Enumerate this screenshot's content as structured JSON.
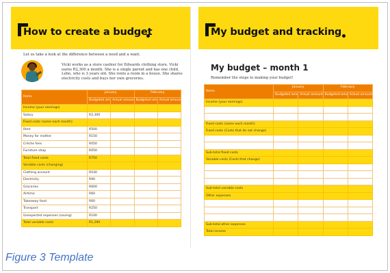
{
  "left_page": {
    "title": "How to create a budget",
    "intro": "Let us take a look at the difference between a need and a want.",
    "story": "Vicki works as a store cashier for Edwards clothing store. Vicki earns R2,300 a month. She is a single parent and has one child, Lebo, who is 3 years old. She rents a room in a house. She shares electricity costs and buys her own groceries.",
    "table": {
      "items_header": "Items",
      "months": [
        "January",
        "February"
      ],
      "sub_headers": [
        "Budgeted amount",
        "Actual amount",
        "Budgeted amount",
        "Actual amount"
      ],
      "rows": [
        {
          "label": "Income (your earnings)",
          "type": "section",
          "value": ""
        },
        {
          "label": "Salary",
          "type": "plain",
          "value": "R2,300"
        },
        {
          "label": "Fixed costs (same each month)",
          "type": "section",
          "value": ""
        },
        {
          "label": "Rent",
          "type": "plain",
          "value": "R500"
        },
        {
          "label": "Money for mother",
          "type": "plain",
          "value": "R150"
        },
        {
          "label": "Crèche fees",
          "type": "plain",
          "value": "R050"
        },
        {
          "label": "Furniture shop",
          "type": "plain",
          "value": "R050"
        },
        {
          "label": "Total fixed costs",
          "type": "section",
          "value": "R750"
        },
        {
          "label": "Variable costs (changing)",
          "type": "section",
          "value": ""
        },
        {
          "label": "Clothing account",
          "type": "plain",
          "value": "R030"
        },
        {
          "label": "Electricity",
          "type": "plain",
          "value": "R90"
        },
        {
          "label": "Groceries",
          "type": "plain",
          "value": "R600"
        },
        {
          "label": "Airtime",
          "type": "plain",
          "value": "R60"
        },
        {
          "label": "Takeaway food",
          "type": "plain",
          "value": "R60"
        },
        {
          "label": "Transport",
          "type": "plain",
          "value": "R250"
        },
        {
          "label": "Unexpected expenses (saving)",
          "type": "plain",
          "value": "R100"
        },
        {
          "label": "Total variable costs",
          "type": "section",
          "value": "R1,290"
        }
      ]
    }
  },
  "right_page": {
    "title": "My budget and tracking",
    "subtitle": "My budget – month 1",
    "intro": "Remember the steps to making your budget!",
    "table": {
      "items_header": "Items",
      "months": [
        "January",
        "February"
      ],
      "sub_headers": [
        "Budgeted amount",
        "Actual amount",
        "Budgeted amount",
        "Actual amount"
      ],
      "rows": [
        {
          "label": "Income (your earnings)",
          "type": "section",
          "value": ""
        },
        {
          "label": "",
          "type": "plain",
          "value": ""
        },
        {
          "label": "",
          "type": "plain",
          "value": ""
        },
        {
          "label": "Fixed costs (same each month)",
          "type": "section",
          "value": ""
        },
        {
          "label": "Fixed costs (Costs that do not change)",
          "type": "section",
          "value": ""
        },
        {
          "label": "",
          "type": "plain",
          "value": ""
        },
        {
          "label": "",
          "type": "plain",
          "value": ""
        },
        {
          "label": "Sub-total fixed costs",
          "type": "section",
          "value": ""
        },
        {
          "label": "Variable costs (Costs that change)",
          "type": "section",
          "value": ""
        },
        {
          "label": "",
          "type": "plain",
          "value": ""
        },
        {
          "label": "",
          "type": "plain",
          "value": ""
        },
        {
          "label": "",
          "type": "plain",
          "value": ""
        },
        {
          "label": "Sub-total variable costs",
          "type": "section",
          "value": ""
        },
        {
          "label": "Other expenses",
          "type": "section",
          "value": ""
        },
        {
          "label": "",
          "type": "plain",
          "value": ""
        },
        {
          "label": "",
          "type": "plain",
          "value": ""
        },
        {
          "label": "",
          "type": "plain",
          "value": ""
        },
        {
          "label": "Sub-total other expenses",
          "type": "section",
          "value": ""
        },
        {
          "label": "Total income",
          "type": "section",
          "value": ""
        }
      ]
    }
  },
  "caption": "Figure 3 Template",
  "colors": {
    "banner_yellow": "#ffd90f",
    "header_orange": "#ef7d00",
    "caption_blue": "#4472c4"
  }
}
